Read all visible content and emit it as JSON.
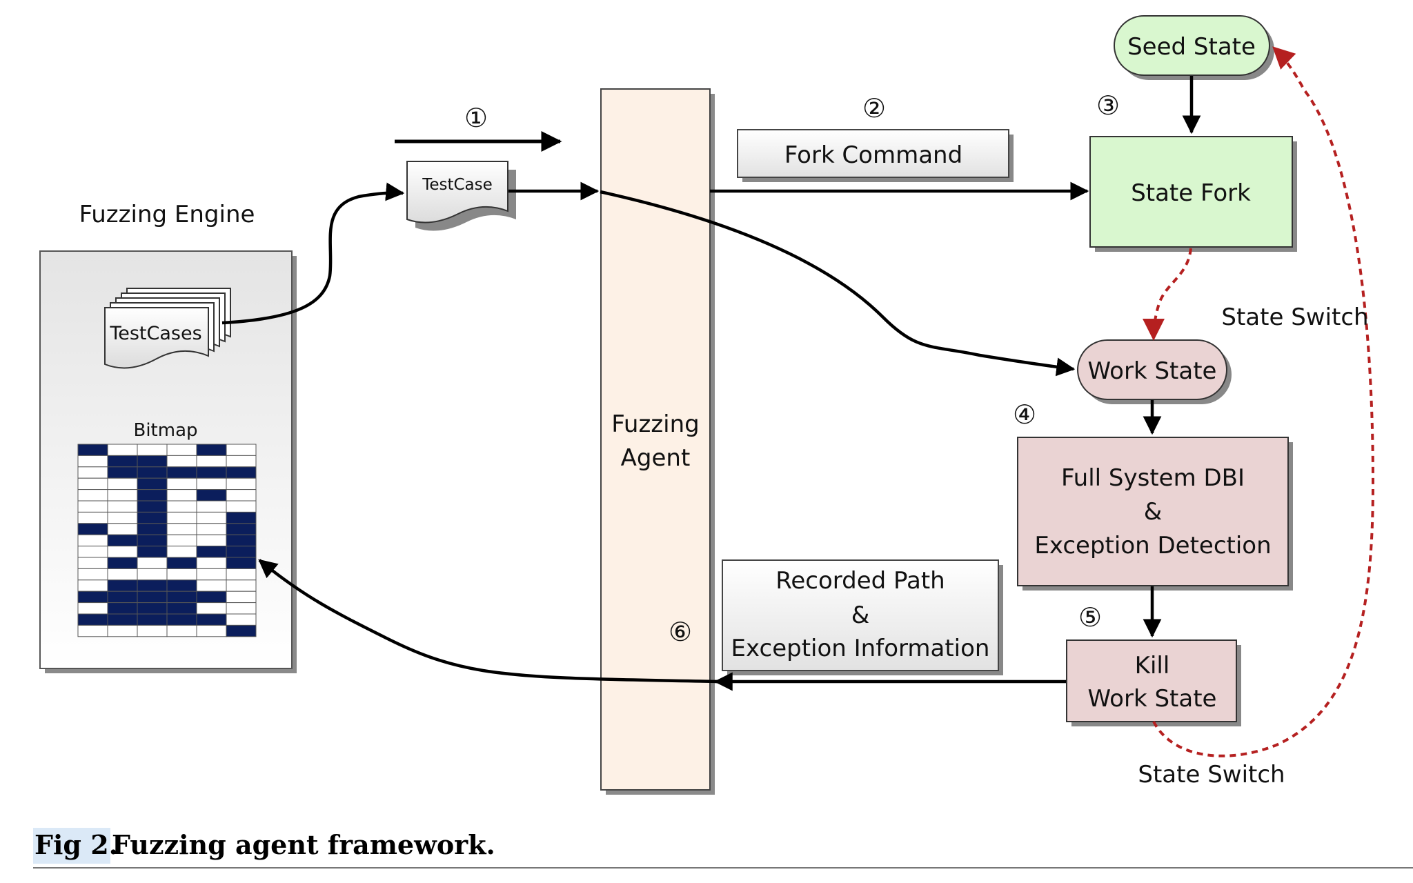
{
  "diagram": {
    "engine": {
      "title": "Fuzzing Engine",
      "testcases_label": "TestCases",
      "bitmap_label": "Bitmap",
      "bitmap_rows": [
        [
          1,
          0,
          0,
          0,
          1,
          0
        ],
        [
          0,
          1,
          1,
          0,
          0,
          0
        ],
        [
          0,
          1,
          1,
          1,
          1,
          1
        ],
        [
          0,
          0,
          1,
          0,
          0,
          0
        ],
        [
          0,
          0,
          1,
          0,
          1,
          0
        ],
        [
          0,
          0,
          1,
          0,
          0,
          0
        ],
        [
          0,
          0,
          1,
          0,
          0,
          1
        ],
        [
          1,
          0,
          1,
          0,
          0,
          1
        ],
        [
          0,
          1,
          1,
          0,
          0,
          1
        ],
        [
          0,
          0,
          1,
          0,
          1,
          1
        ],
        [
          0,
          1,
          0,
          1,
          0,
          1
        ],
        [
          0,
          0,
          0,
          0,
          0,
          0
        ],
        [
          0,
          1,
          1,
          1,
          0,
          0
        ],
        [
          1,
          1,
          1,
          1,
          1,
          0
        ],
        [
          0,
          1,
          1,
          1,
          0,
          0
        ],
        [
          1,
          1,
          1,
          1,
          1,
          0
        ],
        [
          0,
          0,
          0,
          0,
          0,
          1
        ]
      ]
    },
    "testcase_label": "TestCase",
    "agent_label_line1": "Fuzzing",
    "agent_label_line2": "Agent",
    "fork_command_label": "Fork Command",
    "seed_state_label": "Seed State",
    "state_fork_label": "State Fork",
    "work_state_label": "Work State",
    "dbi_line1": "Full System DBI",
    "dbi_line2": "&",
    "dbi_line3": "Exception Detection",
    "kill_line1": "Kill",
    "kill_line2": "Work State",
    "recorded_line1": "Recorded Path",
    "recorded_line2": "&",
    "recorded_line3": "Exception Information",
    "state_switch_1": "State Switch",
    "state_switch_2": "State Switch",
    "steps": {
      "s1": "①",
      "s2": "②",
      "s3": "③",
      "s4": "④",
      "s5": "⑤",
      "s6": "⑥"
    },
    "colors": {
      "seed_green": "#d9f7cf",
      "work_pink": "#ead3d3",
      "agent_peach": "#fdf1e6",
      "bitmap_navy": "#0b1e5c",
      "dashed_red": "#b52020"
    }
  },
  "caption": {
    "label": "Fig 2.",
    "text": "Fuzzing agent framework."
  }
}
